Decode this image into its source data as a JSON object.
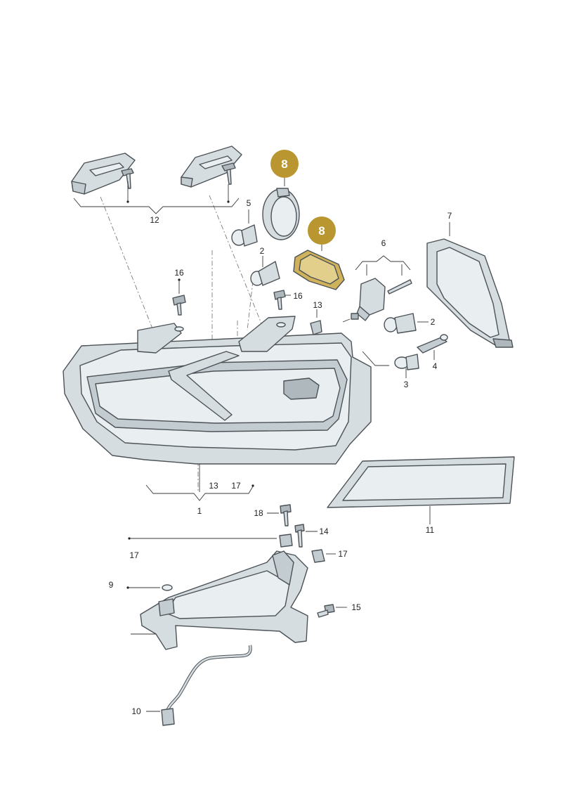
{
  "diagram": {
    "labels": {
      "l1": "1",
      "l2a": "2",
      "l2b": "2",
      "l3": "3",
      "l4": "4",
      "l5": "5",
      "l6": "6",
      "l7": "7",
      "l8a": "8",
      "l8b": "8",
      "l9": "9",
      "l10": "10",
      "l11": "11",
      "l12": "12",
      "l13a": "13",
      "l13b": "13",
      "l14": "14",
      "l15": "15",
      "l16a": "16",
      "l16b": "16",
      "l17a": "17",
      "l17b": "17",
      "l17c": "17",
      "l18": "18"
    },
    "colors": {
      "badge": "#b9962f",
      "highlight_part": "#cfb25a",
      "part_fill": "#d6dde0",
      "outline": "#4c5257"
    },
    "icons": [
      "headlight-housing-icon",
      "bulb-icon",
      "screw-icon",
      "clip-icon",
      "cover-cap-icon",
      "bracket-icon",
      "lens-glass-icon",
      "wire-harness-icon",
      "motor-icon"
    ]
  }
}
